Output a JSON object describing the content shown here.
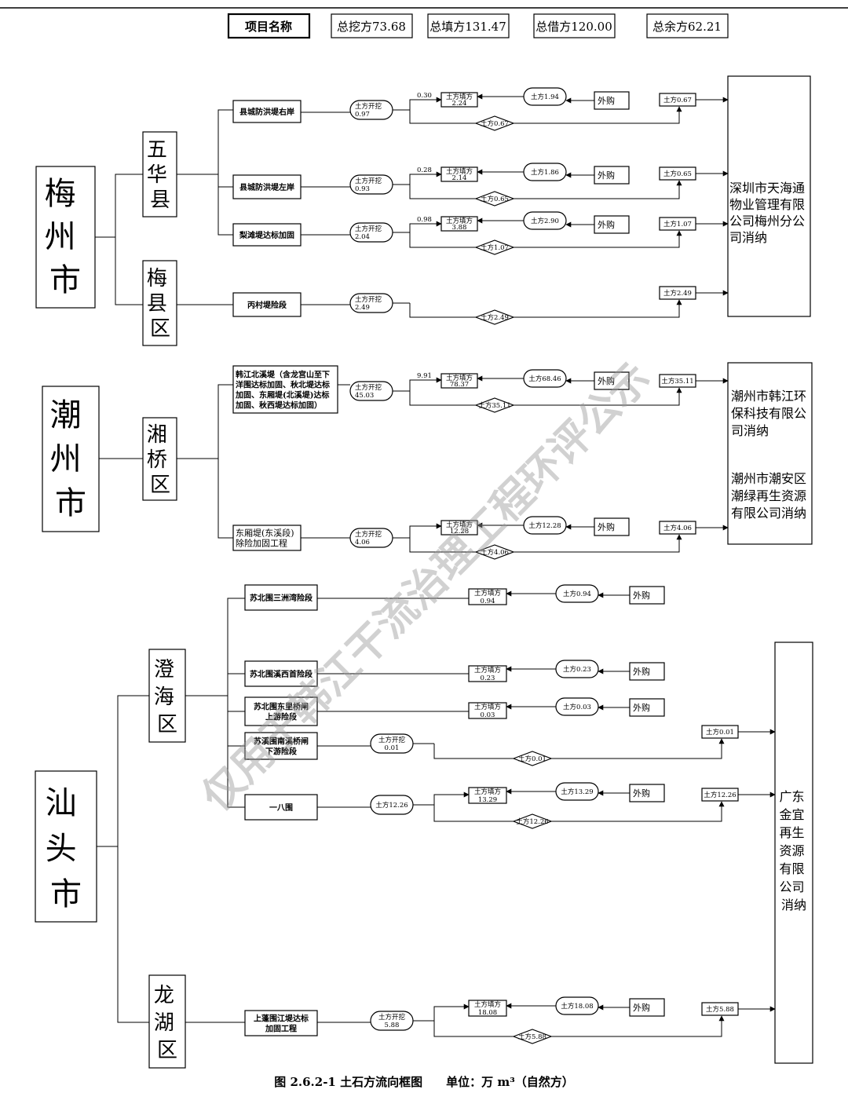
{
  "header": {
    "title": "项目名称",
    "total_excavation": "总挖方73.68",
    "total_fill": "总填方131.47",
    "total_borrow": "总借方120.00",
    "total_surplus": "总余方62.21"
  },
  "regions": {
    "meizhou": "梅州市",
    "chaozhou": "潮州市",
    "shantou": "汕头市"
  },
  "districts": {
    "wuhua": "五华县",
    "meixian": "梅县区",
    "xiangqiao": "湘桥区",
    "chenghai": "澄海区",
    "longhu": "龙湖区"
  },
  "projects": [
    {
      "name": "县城防洪堤右岸",
      "dig": [
        "土方开挖",
        "0.97"
      ],
      "reuse": "0.30",
      "fill": [
        "土方填方",
        "2.24"
      ],
      "buy": "土方1.94",
      "surplus": "土方0.67",
      "flow": "土方0.67"
    },
    {
      "name": "县城防洪堤左岸",
      "dig": [
        "土方开挖",
        "0.93"
      ],
      "reuse": "0.28",
      "fill": [
        "土方填方",
        "2.14"
      ],
      "buy": "土方1.86",
      "surplus": "土方0.65",
      "flow": "土方0.65"
    },
    {
      "name": "梨滩堤达标加固",
      "dig": [
        "土方开挖",
        "2.04"
      ],
      "reuse": "0.98",
      "fill": [
        "土方填方",
        "3.88"
      ],
      "buy": "土方2.90",
      "surplus": "土方1.07",
      "flow": "土方1.07"
    },
    {
      "name": "丙村堤险段",
      "dig": [
        "土方开挖",
        "2.49"
      ],
      "surplus": "土方2.49",
      "flow": "土方2.49"
    },
    {
      "name": [
        "韩江北溪堤（含龙宫山至下",
        "洋围达标加固、秋北堤达标",
        "加固、东厢堤(北溪堤)达标",
        "加固、秋西堤达标加固）"
      ],
      "dig": [
        "土方开挖",
        "45.03"
      ],
      "reuse": "9.91",
      "fill": [
        "土方填方",
        "78.37"
      ],
      "buy": "土方68.46",
      "surplus": "土方35.11",
      "flow": "土方35.11"
    },
    {
      "name": [
        "东厢堤(东溪段)",
        "除险加固工程"
      ],
      "dig": [
        "土方开挖",
        "4.06"
      ],
      "fill": [
        "土方填方",
        "12.28"
      ],
      "buy": "土方12.28",
      "surplus": "土方4.06",
      "flow": "土方4.06"
    },
    {
      "name": "苏北围三洲湾险段",
      "fill": [
        "土方填方",
        "0.94"
      ],
      "buy": "土方0.94"
    },
    {
      "name": "苏北围溪西首险段",
      "fill": [
        "土方填方",
        "0.23"
      ],
      "buy": "土方0.23"
    },
    {
      "name": [
        "苏北围东里桥闸",
        "上游险段"
      ],
      "fill": [
        "土方填方",
        "0.03"
      ],
      "buy": "土方0.03"
    },
    {
      "name": [
        "苏溪围南溪桥闸",
        "下游险段"
      ],
      "dig": [
        "土方开挖",
        "0.01"
      ],
      "surplus": "土方0.01",
      "flow": "土方0.01"
    },
    {
      "name": "一八围",
      "dig": "土方12.26",
      "fill": [
        "土方填方",
        "13.29"
      ],
      "buy": "土方13.29",
      "surplus": "土方12.26",
      "flow": "土方12.26"
    },
    {
      "name": [
        "上蓬围江堤达标",
        "加固工程"
      ],
      "dig": [
        "土方开挖",
        "5.88"
      ],
      "fill": [
        "土方填方",
        "18.08"
      ],
      "buy": "土方18.08",
      "surplus": "土方5.88",
      "flow": "土方5.88"
    }
  ],
  "purchase_label": "外购",
  "disposal": {
    "meizhou": [
      "深圳市天海通",
      "物业管理有限",
      "公司梅州分公",
      "司消纳"
    ],
    "chaozhou_a": [
      "潮州市韩江环",
      "保科技有限公",
      "司消纳"
    ],
    "chaozhou_b": [
      "潮州市潮安区",
      "潮绿再生资源",
      "有限公司消纳"
    ],
    "shantou": [
      "广东",
      "金宜",
      "再生",
      "资源",
      "有限",
      "公司",
      "消纳"
    ]
  },
  "caption": {
    "figure": "图 2.6.2-1  土石方流向框图",
    "unit": "单位：万 m³（自然方）"
  },
  "watermark": "仅用于韩江干流治理工程环评公示",
  "colors": {
    "line": "#000000",
    "watermark": "#9a9a9a"
  }
}
